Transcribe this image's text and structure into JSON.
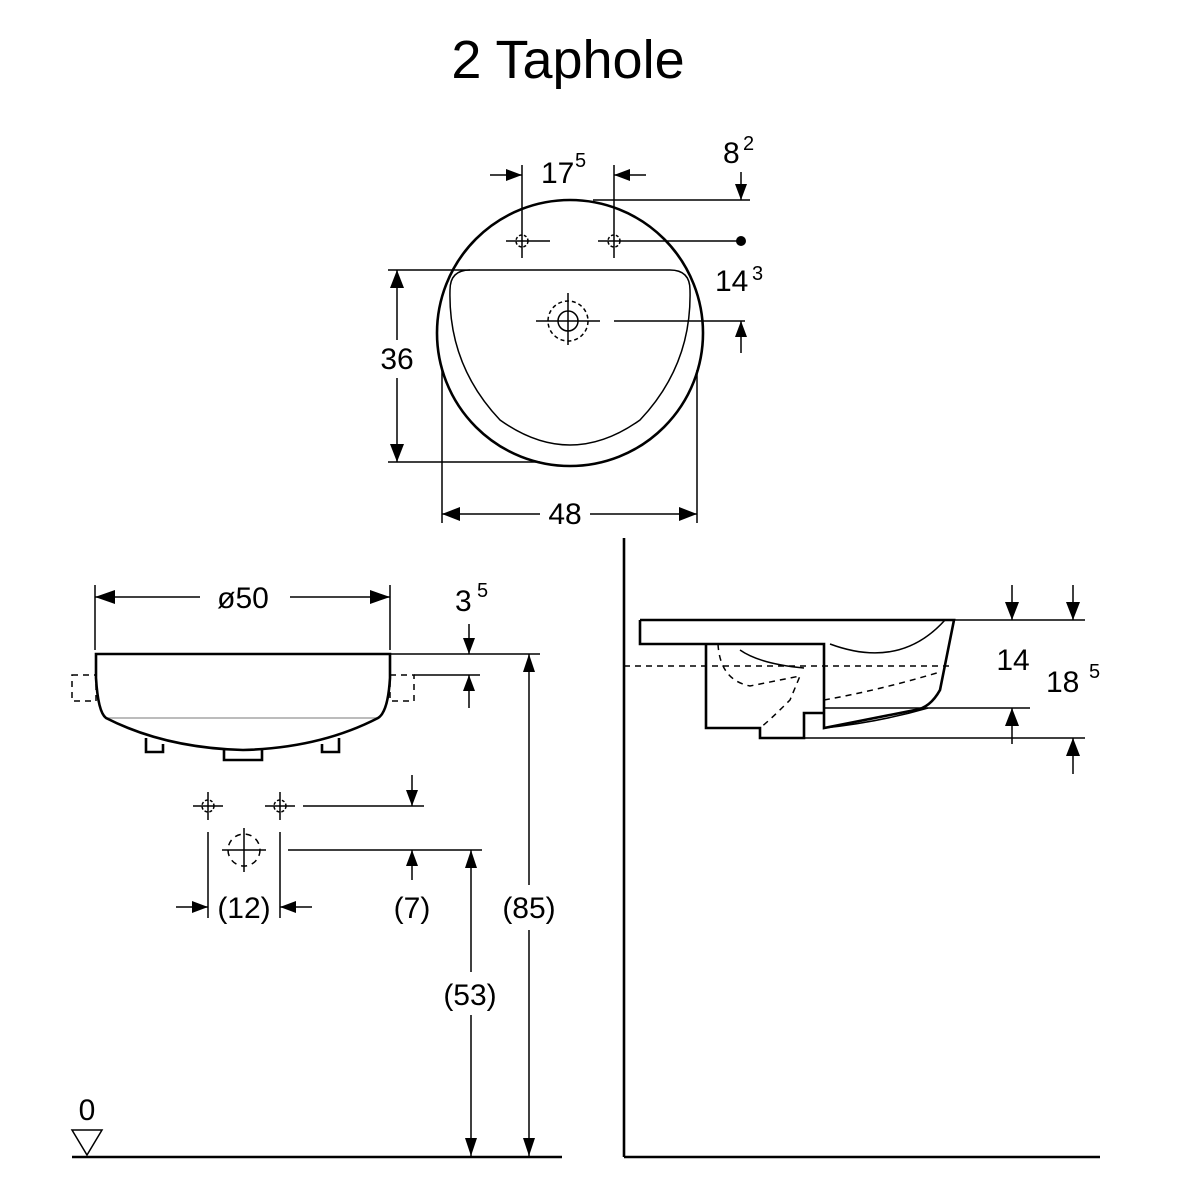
{
  "title": "2 Taphole",
  "top_view": {
    "tap_spacing": {
      "base": "17",
      "sup": "5"
    },
    "top_offset": {
      "base": "8",
      "sup": "2"
    },
    "tap_to_waste": {
      "base": "14",
      "sup": "3"
    },
    "depth": "36",
    "width": "48"
  },
  "front_view": {
    "diameter": "ø50",
    "rim": {
      "base": "3",
      "sup": "5"
    },
    "tap_spacing": "(12)",
    "tap_height": "(7)",
    "waste_height": "(53)",
    "rim_height": "(85)",
    "floor_level": "0"
  },
  "side_view": {
    "inner_depth": "14",
    "overall_depth": {
      "base": "18",
      "sup": "5"
    }
  }
}
